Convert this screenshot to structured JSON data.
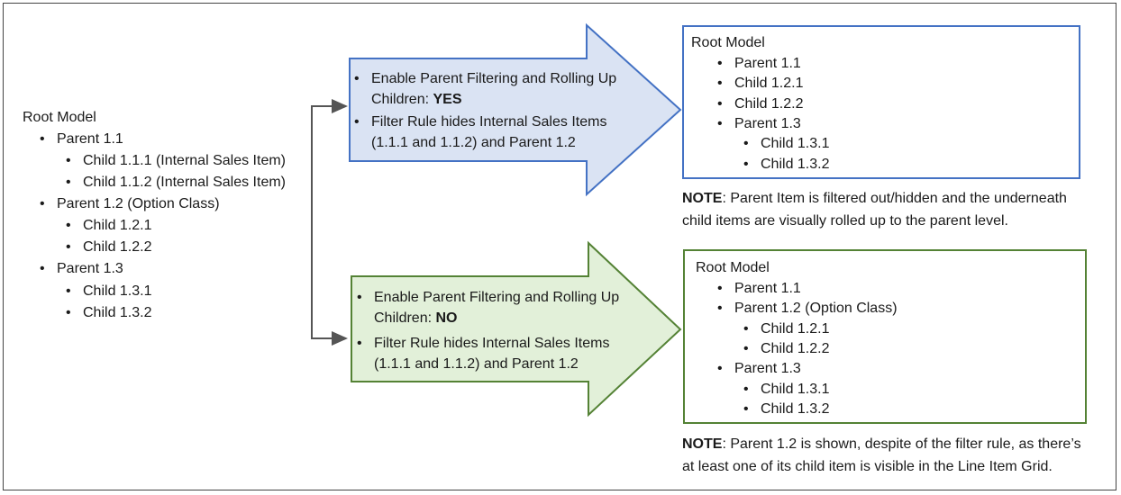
{
  "source_tree": {
    "root": "Root Model",
    "items": [
      "Parent 1.1",
      "Child 1.1.1 (Internal Sales Item)",
      "Child 1.1.2 (Internal Sales Item)",
      "Parent 1.2 (Option Class)",
      "Child 1.2.1",
      "Child 1.2.2",
      "Parent 1.3",
      "Child 1.3.1",
      "Child 1.3.2"
    ]
  },
  "arrow_yes": {
    "line1": "Enable Parent Filtering and Rolling Up",
    "line2_prefix": "Children: ",
    "line2_value": "YES",
    "line3": "Filter Rule hides Internal Sales Items",
    "line4": "(1.1.1 and 1.1.2) and Parent 1.2",
    "color": "#dae3f3",
    "border": "#4472c4"
  },
  "arrow_no": {
    "line1": "Enable Parent Filtering and Rolling Up",
    "line2_prefix": "Children: ",
    "line2_value": "NO",
    "line3": "Filter Rule hides Internal Sales Items",
    "line4": "(1.1.1 and 1.1.2) and Parent 1.2",
    "color": "#e2f0d9",
    "border": "#548235"
  },
  "result_yes": {
    "root": "Root Model",
    "items": [
      "Parent 1.1",
      "Child 1.2.1",
      "Child 1.2.2",
      "Parent 1.3",
      "Child 1.3.1",
      "Child 1.3.2"
    ],
    "note_label": "NOTE",
    "note_line1": ": Parent Item is filtered out/hidden and the underneath",
    "note_line2": "child items are visually rolled up to the parent level."
  },
  "result_no": {
    "root": "Root Model",
    "items": [
      "Parent 1.1",
      "Parent 1.2 (Option Class)",
      "Child 1.2.1",
      "Child 1.2.2",
      "Parent 1.3",
      "Child 1.3.1",
      "Child 1.3.2"
    ],
    "note_label": "NOTE",
    "note_line1": ": Parent 1.2 is shown, despite of the filter rule, as there’s",
    "note_line2": "at least one of its child item is visible in the Line Item Grid."
  }
}
